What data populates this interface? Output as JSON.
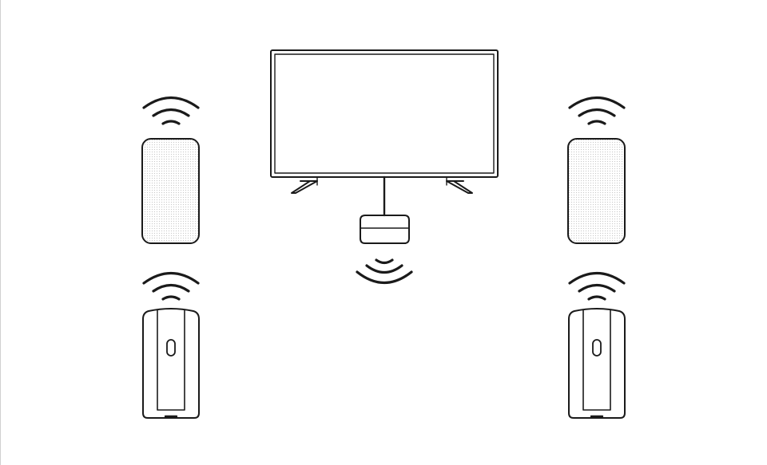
{
  "diagram": {
    "line_color": "#1a1a1a",
    "background": "#ffffff",
    "speaker_fabric_color": "#ebebeb",
    "components": [
      {
        "name": "tv",
        "icon": "tv-icon"
      },
      {
        "name": "streaming-box",
        "icon": "box-icon"
      },
      {
        "name": "front-left-speaker",
        "icon": "speaker-icon"
      },
      {
        "name": "front-right-speaker",
        "icon": "speaker-icon"
      },
      {
        "name": "rear-left-speaker",
        "icon": "speaker-back-icon"
      },
      {
        "name": "rear-right-speaker",
        "icon": "speaker-back-icon"
      }
    ],
    "wireless_signals": 5
  }
}
